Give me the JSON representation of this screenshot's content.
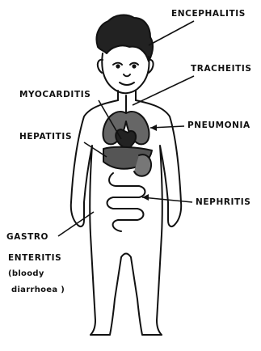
{
  "labels": {
    "encephalitis": "ENCEPHALITIS",
    "tracheitis": "TRACHEITIS",
    "myocarditis": "MYOCARDITIS",
    "pneumonia": "PNEUMONIA",
    "hepatitis": "HEPATITIS",
    "nephritis": "NEPHRITIS",
    "gastro": "GASTRO",
    "enteritis": "ENTERITIS",
    "bloody": "(bloody",
    "diarrhoea": "diarrhoea )"
  }
}
